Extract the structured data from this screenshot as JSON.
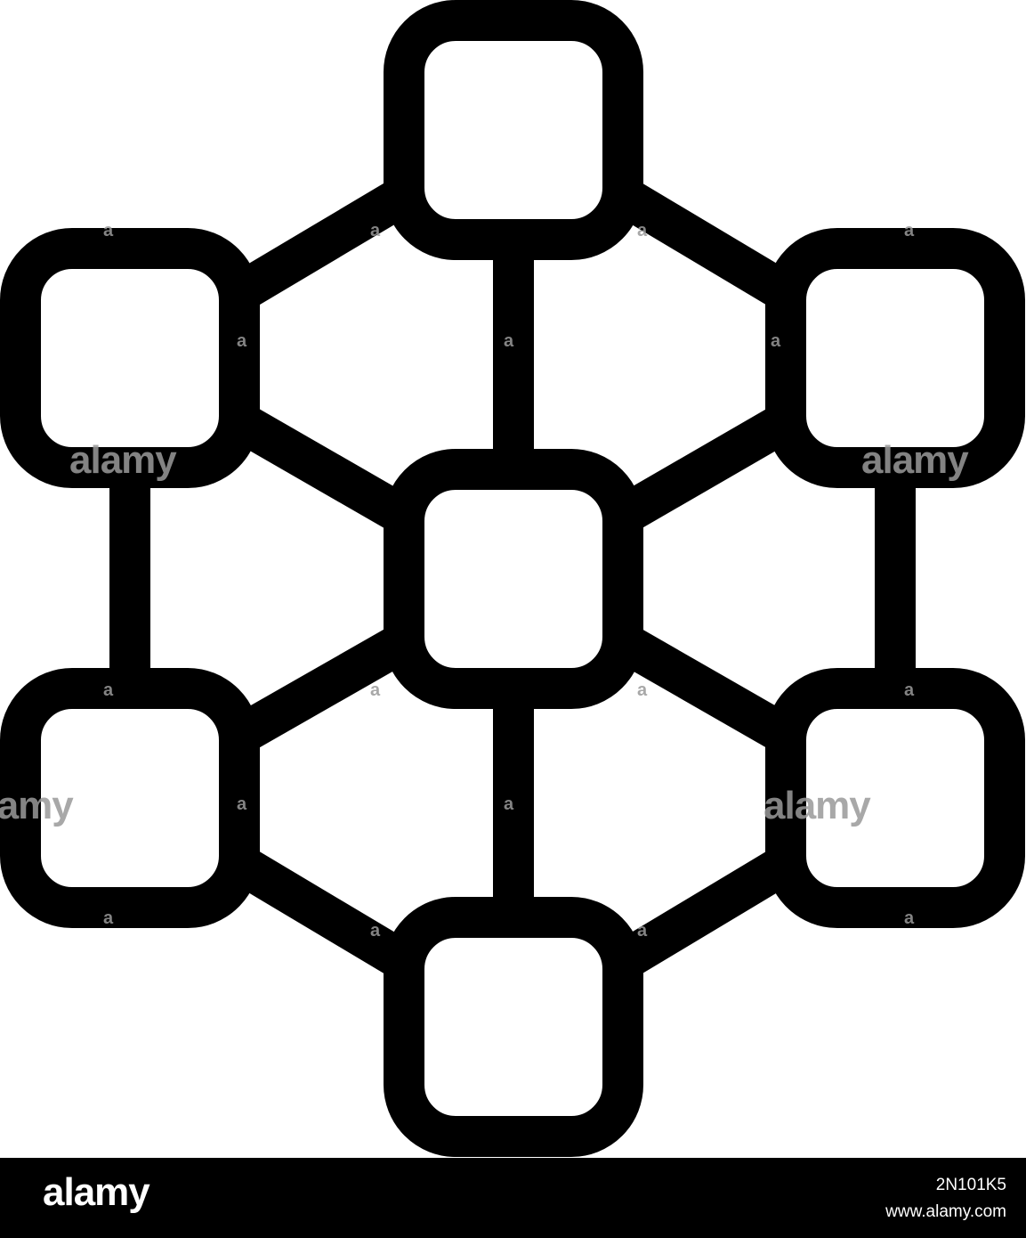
{
  "diagram": {
    "type": "network-icon",
    "colors": {
      "stroke": "#000000",
      "fill": "#ffffff",
      "watermark": "#9a9a9a"
    },
    "nodes": [
      "top",
      "upper-left",
      "upper-right",
      "center",
      "lower-left",
      "lower-right",
      "bottom"
    ],
    "edges": [
      [
        "top",
        "upper-left"
      ],
      [
        "top",
        "upper-right"
      ],
      [
        "top",
        "center"
      ],
      [
        "upper-left",
        "center"
      ],
      [
        "upper-right",
        "center"
      ],
      [
        "upper-left",
        "lower-left"
      ],
      [
        "upper-right",
        "lower-right"
      ],
      [
        "center",
        "lower-left"
      ],
      [
        "center",
        "lower-right"
      ],
      [
        "center",
        "bottom"
      ],
      [
        "lower-left",
        "bottom"
      ],
      [
        "lower-right",
        "bottom"
      ]
    ]
  },
  "watermark": {
    "word": "alamy",
    "letter": "a"
  },
  "footer": {
    "logo": "alamy",
    "image_id": "2N101K5",
    "url": "www.alamy.com",
    "colors": {
      "background": "#000000",
      "text": "#ffffff"
    }
  }
}
